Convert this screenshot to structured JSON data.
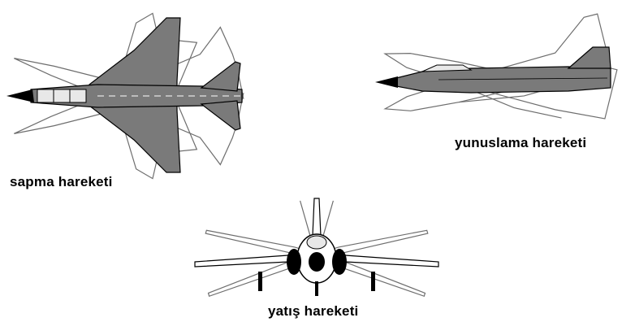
{
  "captions": {
    "yaw": "sapma hareketi",
    "pitch": "yunuslama hareketi",
    "roll": "yatış hareketi"
  },
  "colors": {
    "fill": "#7a7a7a",
    "outline": "#000000",
    "ghost_outline": "#6e6e6e",
    "background": "#ffffff"
  }
}
